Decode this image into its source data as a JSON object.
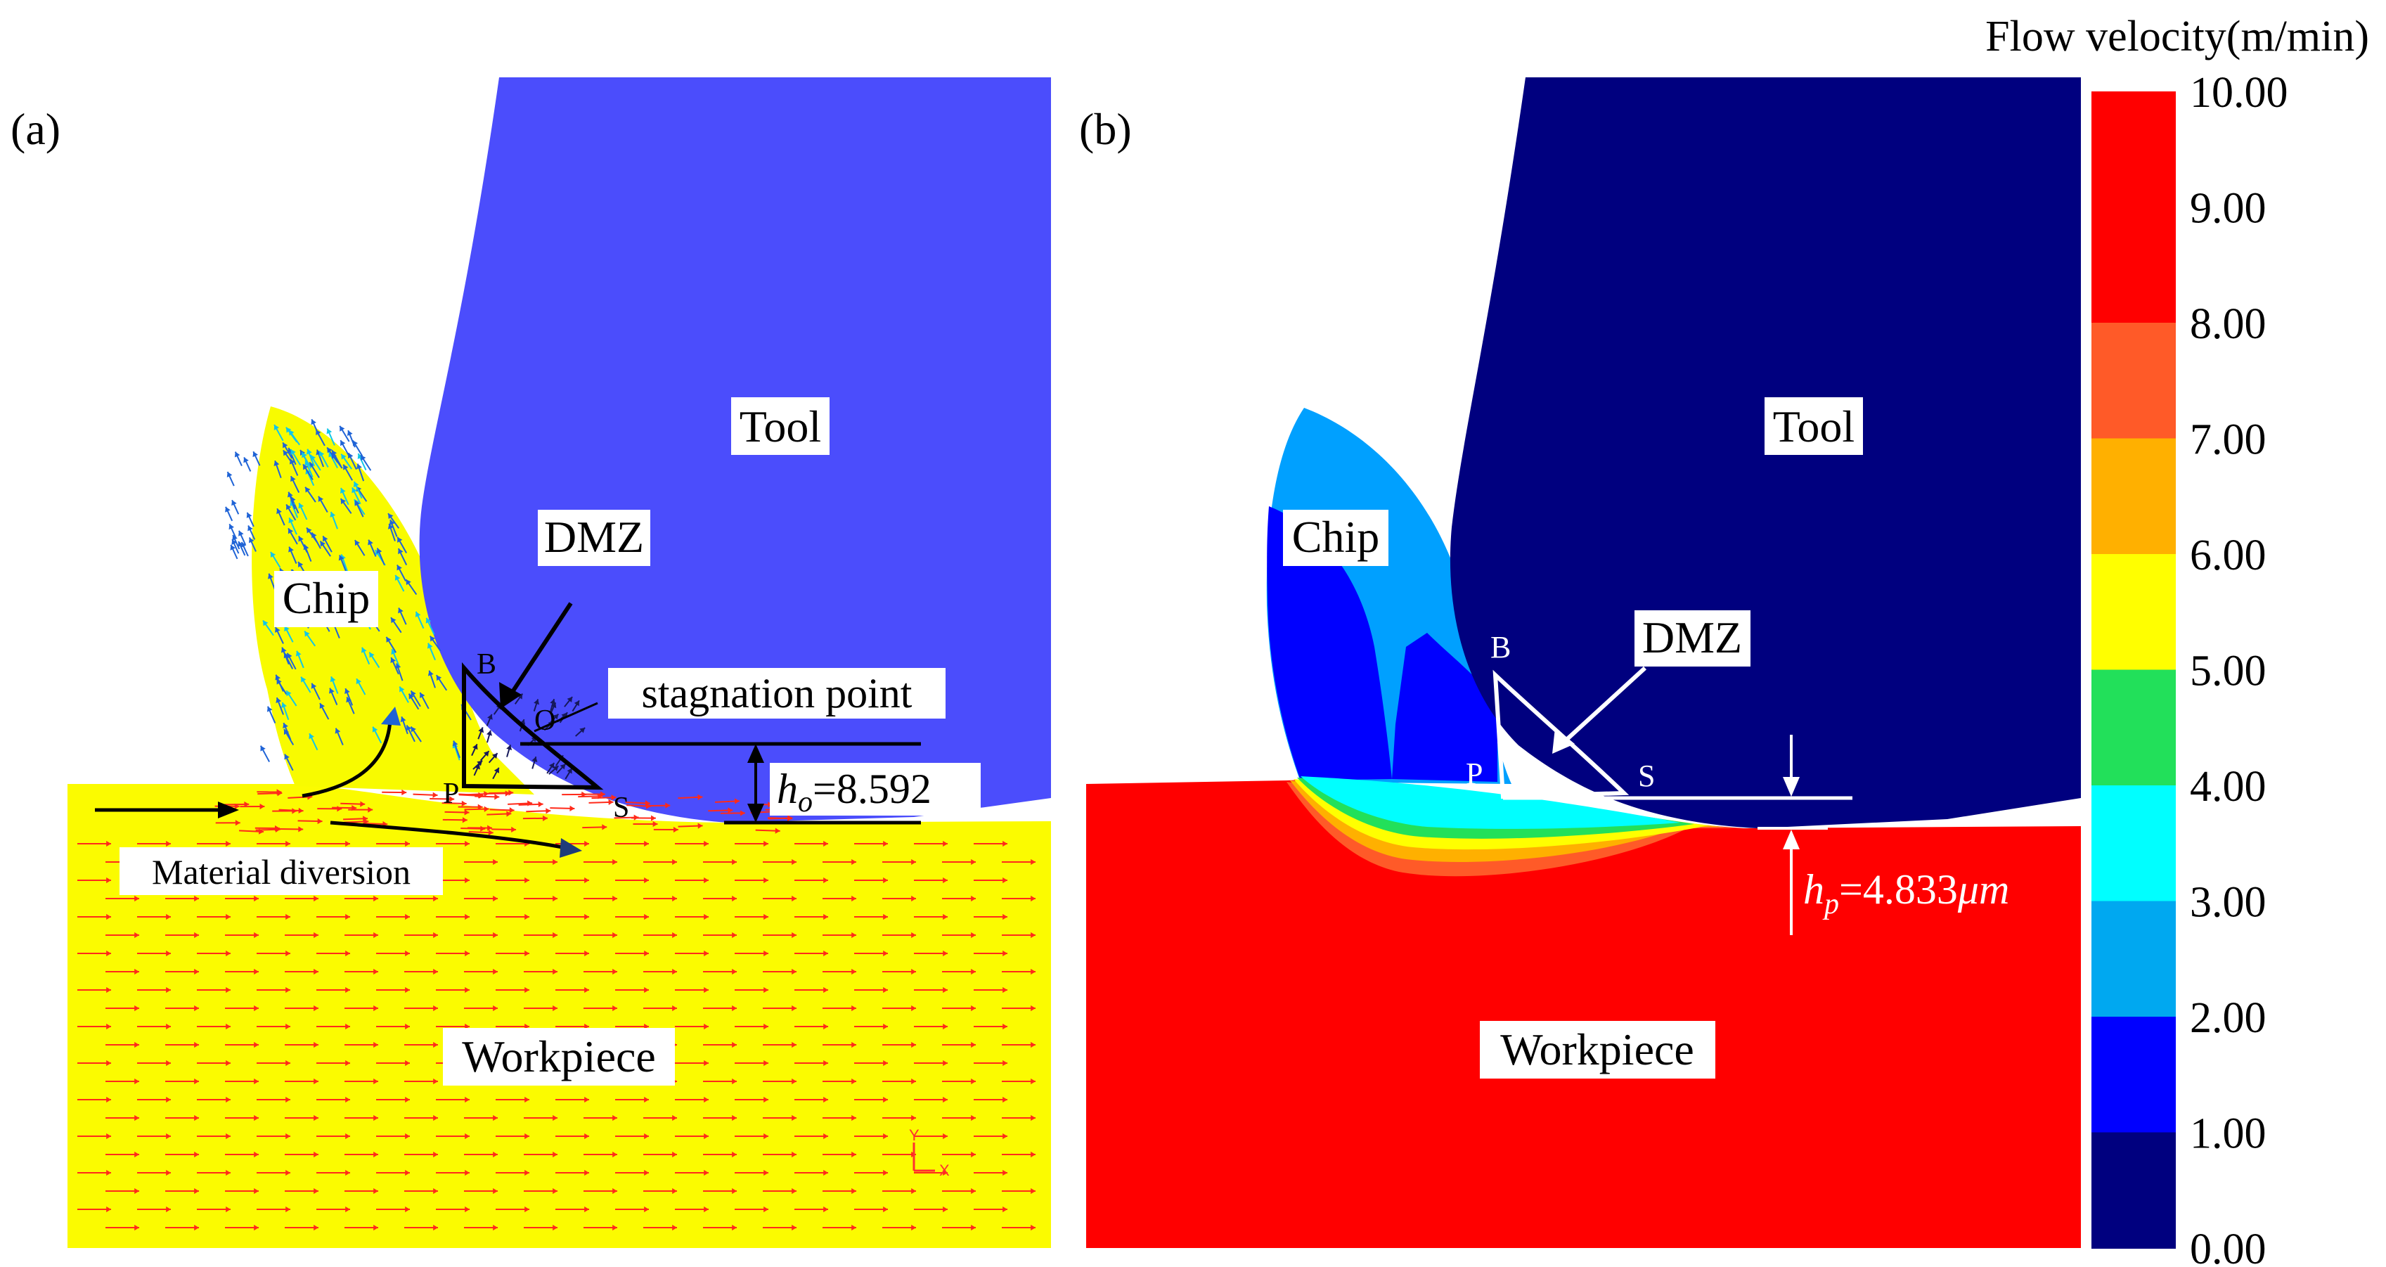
{
  "panel_a": {
    "letter": "(a)",
    "labels": {
      "tool": "Tool",
      "chip": "Chip",
      "workpiece": "Workpiece",
      "dmz": "DMZ",
      "stagnation_point": "stagnation point",
      "material_diversion": "Material diversion",
      "point_b": "B",
      "point_o": "O",
      "point_p": "P",
      "point_s": "S",
      "h_symbol": "h",
      "h_subscript": "o",
      "h_value": "=8.592",
      "axis_y": "Y",
      "axis_x": "X"
    },
    "colors": {
      "tool": "#4b4dfc",
      "chip": "#f8fb00",
      "workpiece": "#fbfb00",
      "arrows_fast": "#ff2a1a",
      "arrows_slow": "#1f63d6"
    }
  },
  "panel_b": {
    "letter": "(b)",
    "labels": {
      "tool": "Tool",
      "chip": "Chip",
      "workpiece": "Workpiece",
      "dmz": "DMZ",
      "point_b": "B",
      "point_p": "P",
      "point_s": "S",
      "h_symbol": "h",
      "h_subscript": "p",
      "h_value": "=4.833",
      "h_unit": "μm"
    },
    "colors": {
      "tool": "#00007f",
      "chip_outer": "#00a0ff",
      "chip_inner": "#0000ff",
      "workpiece": "#ff0000"
    }
  },
  "legend": {
    "title": "Flow velocity(m/min)",
    "ticks": [
      "10.00",
      "9.00",
      "8.00",
      "7.00",
      "6.00",
      "5.00",
      "4.00",
      "3.00",
      "2.00",
      "1.00",
      "0.00"
    ],
    "band_colors": [
      "#ff0000",
      "#ff0000",
      "#ff5a28",
      "#ffb000",
      "#ffff00",
      "#22e05a",
      "#00ffff",
      "#00a8f0",
      "#0000ff",
      "#00007f"
    ]
  }
}
